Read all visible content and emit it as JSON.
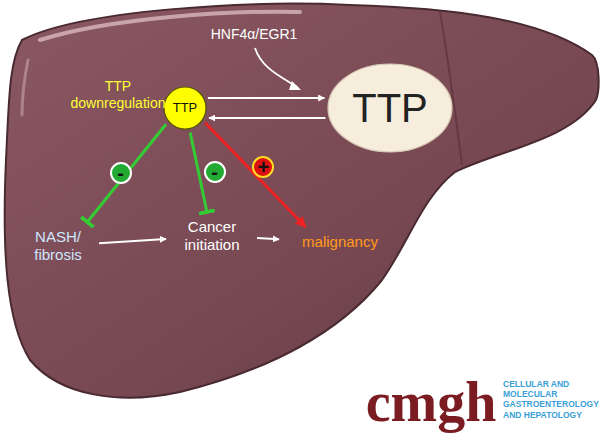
{
  "diagram": {
    "nodes": [
      {
        "text": [
          "TTP"
        ]
      },
      {
        "text": [
          "TTP"
        ]
      },
      {
        "text": [
          "NASH/ fibrosis"
        ]
      },
      {
        "text": [
          "Cancer initiation"
        ]
      },
      {
        "text": [
          "malignancy"
        ]
      }
    ],
    "edges": [
      {
        "from": 0,
        "to": 1,
        "arrow": "to"
      },
      {
        "from": 1,
        "to": 0,
        "arrow": "to"
      },
      {
        "from": 2,
        "to": 3,
        "arrow": "to"
      },
      {
        "from": 3,
        "to": 4,
        "arrow": "to"
      },
      {
        "from": 0,
        "to": 2,
        "label": "-",
        "arrow": "to"
      },
      {
        "from": 0,
        "to": 3,
        "label": "-",
        "arrow": "to"
      },
      {
        "from": 0,
        "to": 4,
        "label": "+",
        "arrow": "to"
      }
    ],
    "labels": [
      "HNF4α/EGR1",
      "TTP downregulation",
      "cmgh",
      "CELLULAR AND MOLECULAR GASTROENTEROLOGY AND HEPATOLOGY"
    ]
  }
}
